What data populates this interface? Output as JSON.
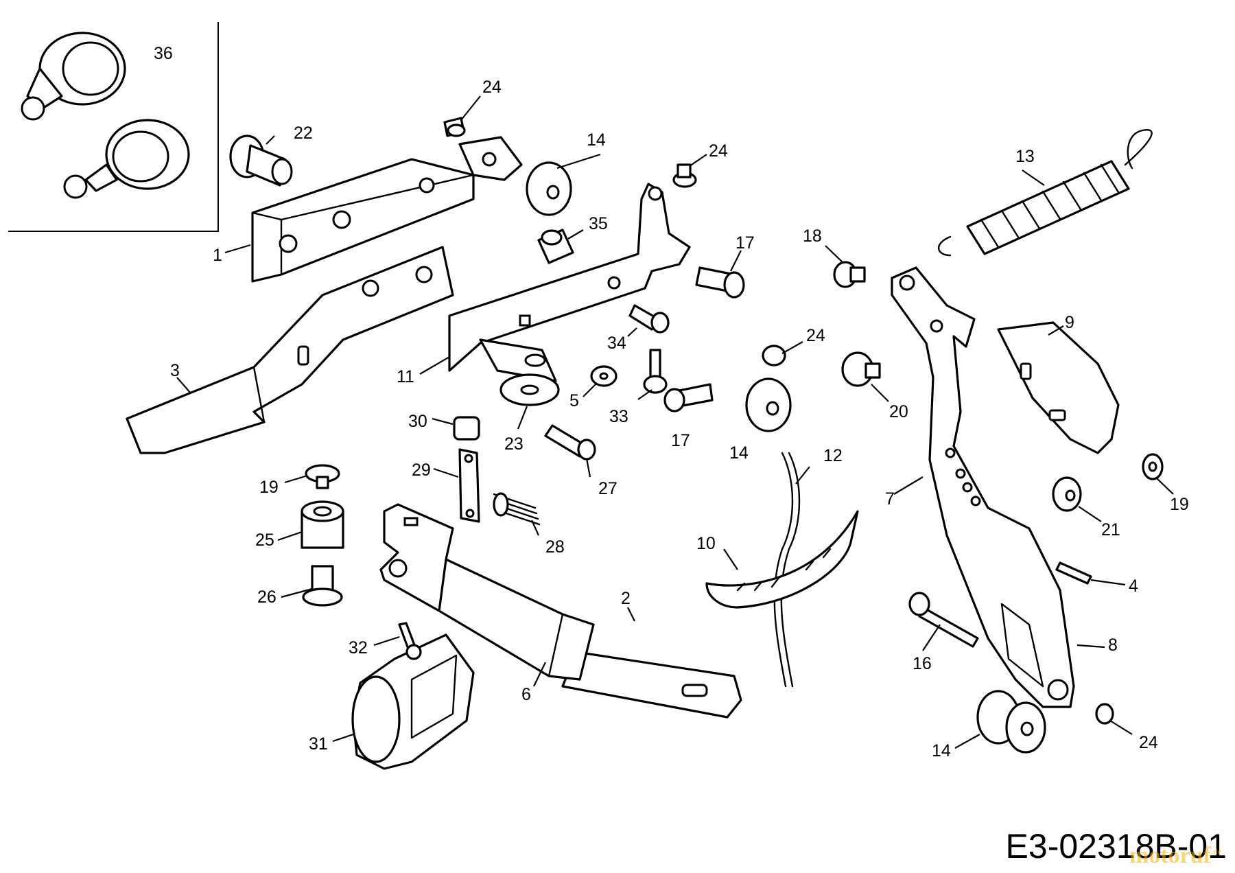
{
  "drawing_code": "E3-02318B-01",
  "watermark": {
    "text": "motoruf",
    "suffix": ".de"
  },
  "callouts": [
    {
      "id": "c36",
      "label": "36"
    },
    {
      "id": "c22",
      "label": "22"
    },
    {
      "id": "c24a",
      "label": "24"
    },
    {
      "id": "c24b",
      "label": "24"
    },
    {
      "id": "c24c",
      "label": "24"
    },
    {
      "id": "c24d",
      "label": "24"
    },
    {
      "id": "c14a",
      "label": "14"
    },
    {
      "id": "c14b",
      "label": "14"
    },
    {
      "id": "c14c",
      "label": "14"
    },
    {
      "id": "c13",
      "label": "13"
    },
    {
      "id": "c35",
      "label": "35"
    },
    {
      "id": "c1",
      "label": "1"
    },
    {
      "id": "c17a",
      "label": "17"
    },
    {
      "id": "c17b",
      "label": "17"
    },
    {
      "id": "c18",
      "label": "18"
    },
    {
      "id": "c9",
      "label": "9"
    },
    {
      "id": "c34",
      "label": "34"
    },
    {
      "id": "c3",
      "label": "3"
    },
    {
      "id": "c11",
      "label": "11"
    },
    {
      "id": "c5",
      "label": "5"
    },
    {
      "id": "c33",
      "label": "33"
    },
    {
      "id": "c20",
      "label": "20"
    },
    {
      "id": "c23",
      "label": "23"
    },
    {
      "id": "c30",
      "label": "30"
    },
    {
      "id": "c12",
      "label": "12"
    },
    {
      "id": "c29",
      "label": "29"
    },
    {
      "id": "c19a",
      "label": "19"
    },
    {
      "id": "c19b",
      "label": "19"
    },
    {
      "id": "c27",
      "label": "27"
    },
    {
      "id": "c7",
      "label": "7"
    },
    {
      "id": "c21",
      "label": "21"
    },
    {
      "id": "c25",
      "label": "25"
    },
    {
      "id": "c28",
      "label": "28"
    },
    {
      "id": "c10",
      "label": "10"
    },
    {
      "id": "c4",
      "label": "4"
    },
    {
      "id": "c26",
      "label": "26"
    },
    {
      "id": "c2",
      "label": "2"
    },
    {
      "id": "c32",
      "label": "32"
    },
    {
      "id": "c16",
      "label": "16"
    },
    {
      "id": "c8",
      "label": "8"
    },
    {
      "id": "c6",
      "label": "6"
    },
    {
      "id": "c31",
      "label": "31"
    }
  ]
}
